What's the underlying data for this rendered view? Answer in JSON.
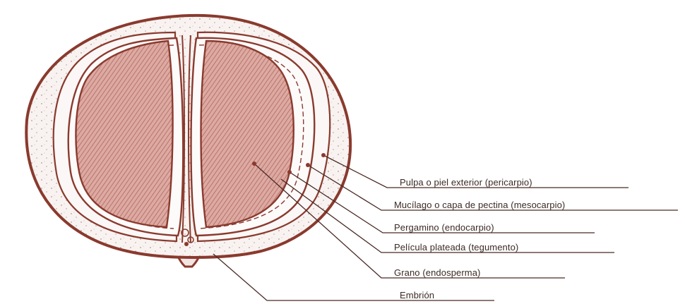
{
  "labels": {
    "pulpa": "Pulpa o piel exterior (pericarpio)",
    "mucilago": "Mucílago o capa de pectina (mesocarpio)",
    "pergamino": "Pergamino (endocarpio)",
    "pelicula": "Película plateada (tegumento)",
    "grano": "Grano (endosperma)",
    "embrion": "Embrión"
  },
  "colors": {
    "outline": "#8a3a2e",
    "bean_fill": "#d9a8a0",
    "bean_hatch": "#b86f66",
    "pulp_fill": "#f7f1ef",
    "leader": "#4a2a24"
  }
}
